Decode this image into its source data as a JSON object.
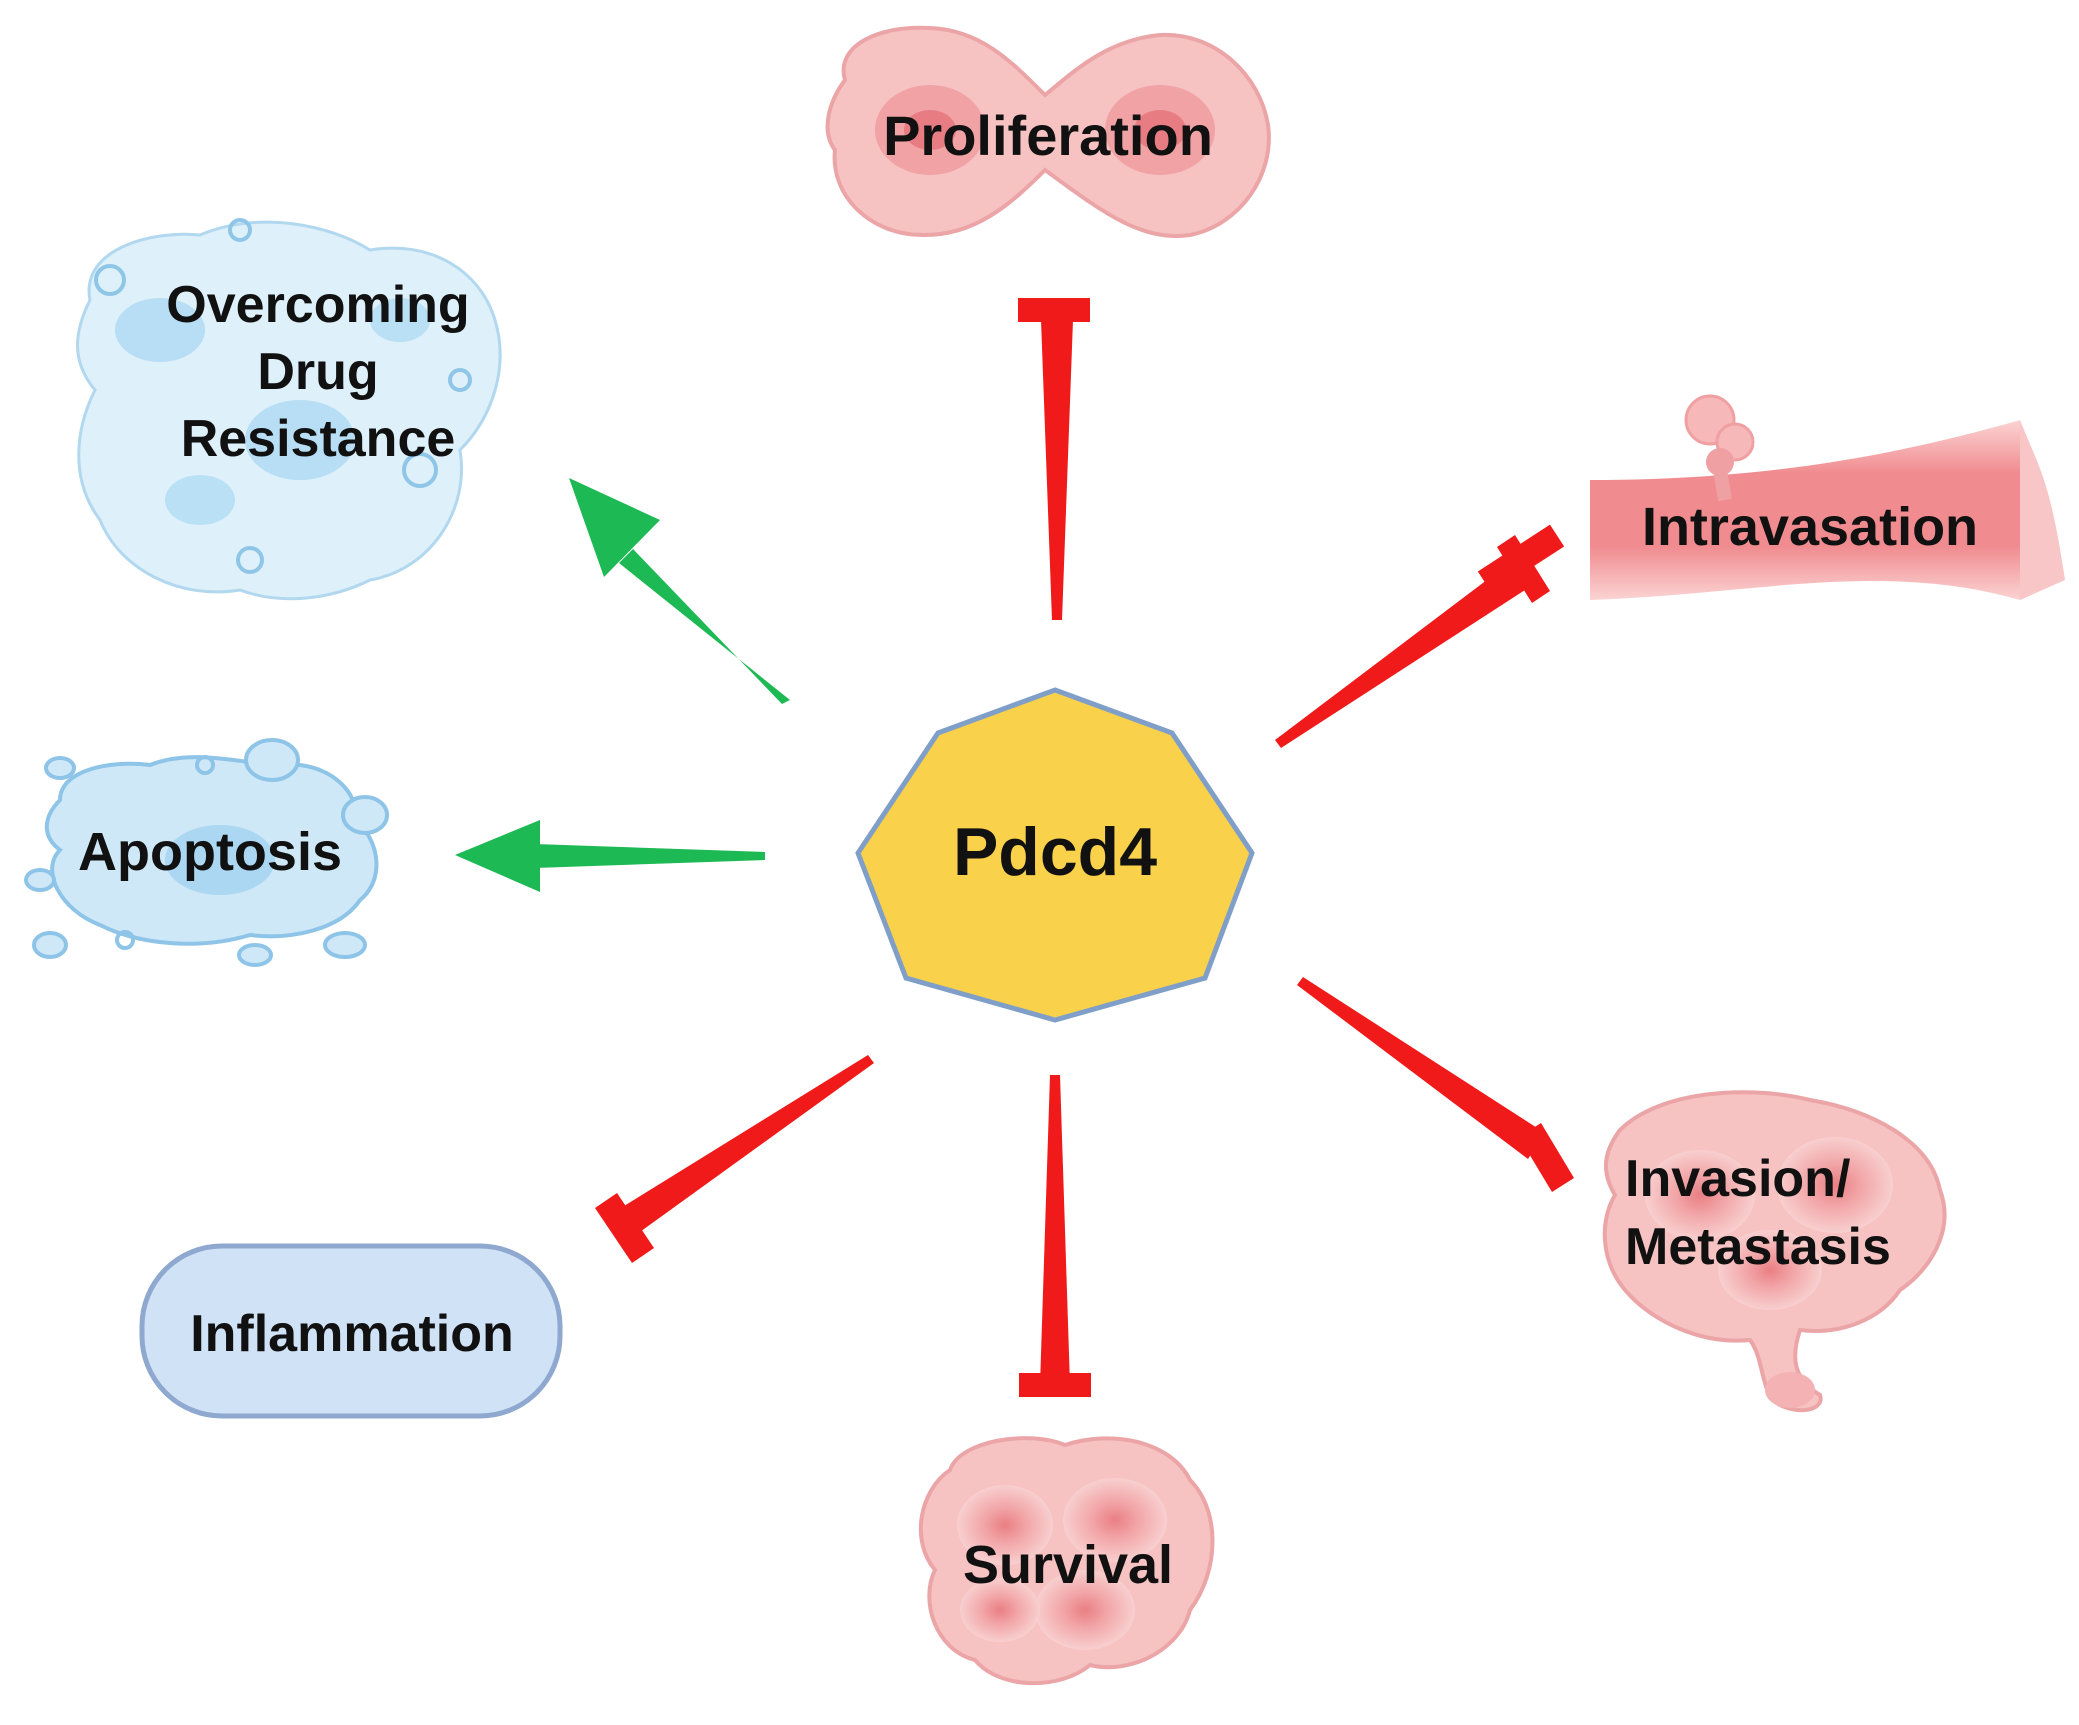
{
  "center": {
    "label": "Pdcd4"
  },
  "colors": {
    "promote_arrow": "#1db954",
    "inhibit_arrow": "#f01a1a",
    "center_fill": "#fad14b",
    "center_stroke": "#7f9fc8",
    "pink_cell": "#f3b3b3",
    "blue_cell": "#cde7f6",
    "inflammation_box": "#cfe2f6"
  },
  "nodes": {
    "proliferation": {
      "label": "Proliferation",
      "effect": "inhibits",
      "icon": "dividing-cell-icon"
    },
    "intravasation": {
      "label": "Intravasation",
      "effect": "inhibits",
      "icon": "blood-vessel-icon"
    },
    "invasion": {
      "line1": "Invasion/",
      "line2": "Metastasis",
      "effect": "inhibits",
      "icon": "tumor-cluster-icon"
    },
    "survival": {
      "label": "Survival",
      "effect": "inhibits",
      "icon": "cell-cluster-icon"
    },
    "inflammation": {
      "label": "Inflammation",
      "effect": "inhibits"
    },
    "apoptosis": {
      "label": "Apoptosis",
      "effect": "promotes",
      "icon": "apoptotic-cell-icon"
    },
    "drug_resistance": {
      "line1": "Overcoming",
      "line2": "Drug",
      "line3": "Resistance",
      "effect": "promotes",
      "icon": "cell-debris-icon"
    }
  }
}
